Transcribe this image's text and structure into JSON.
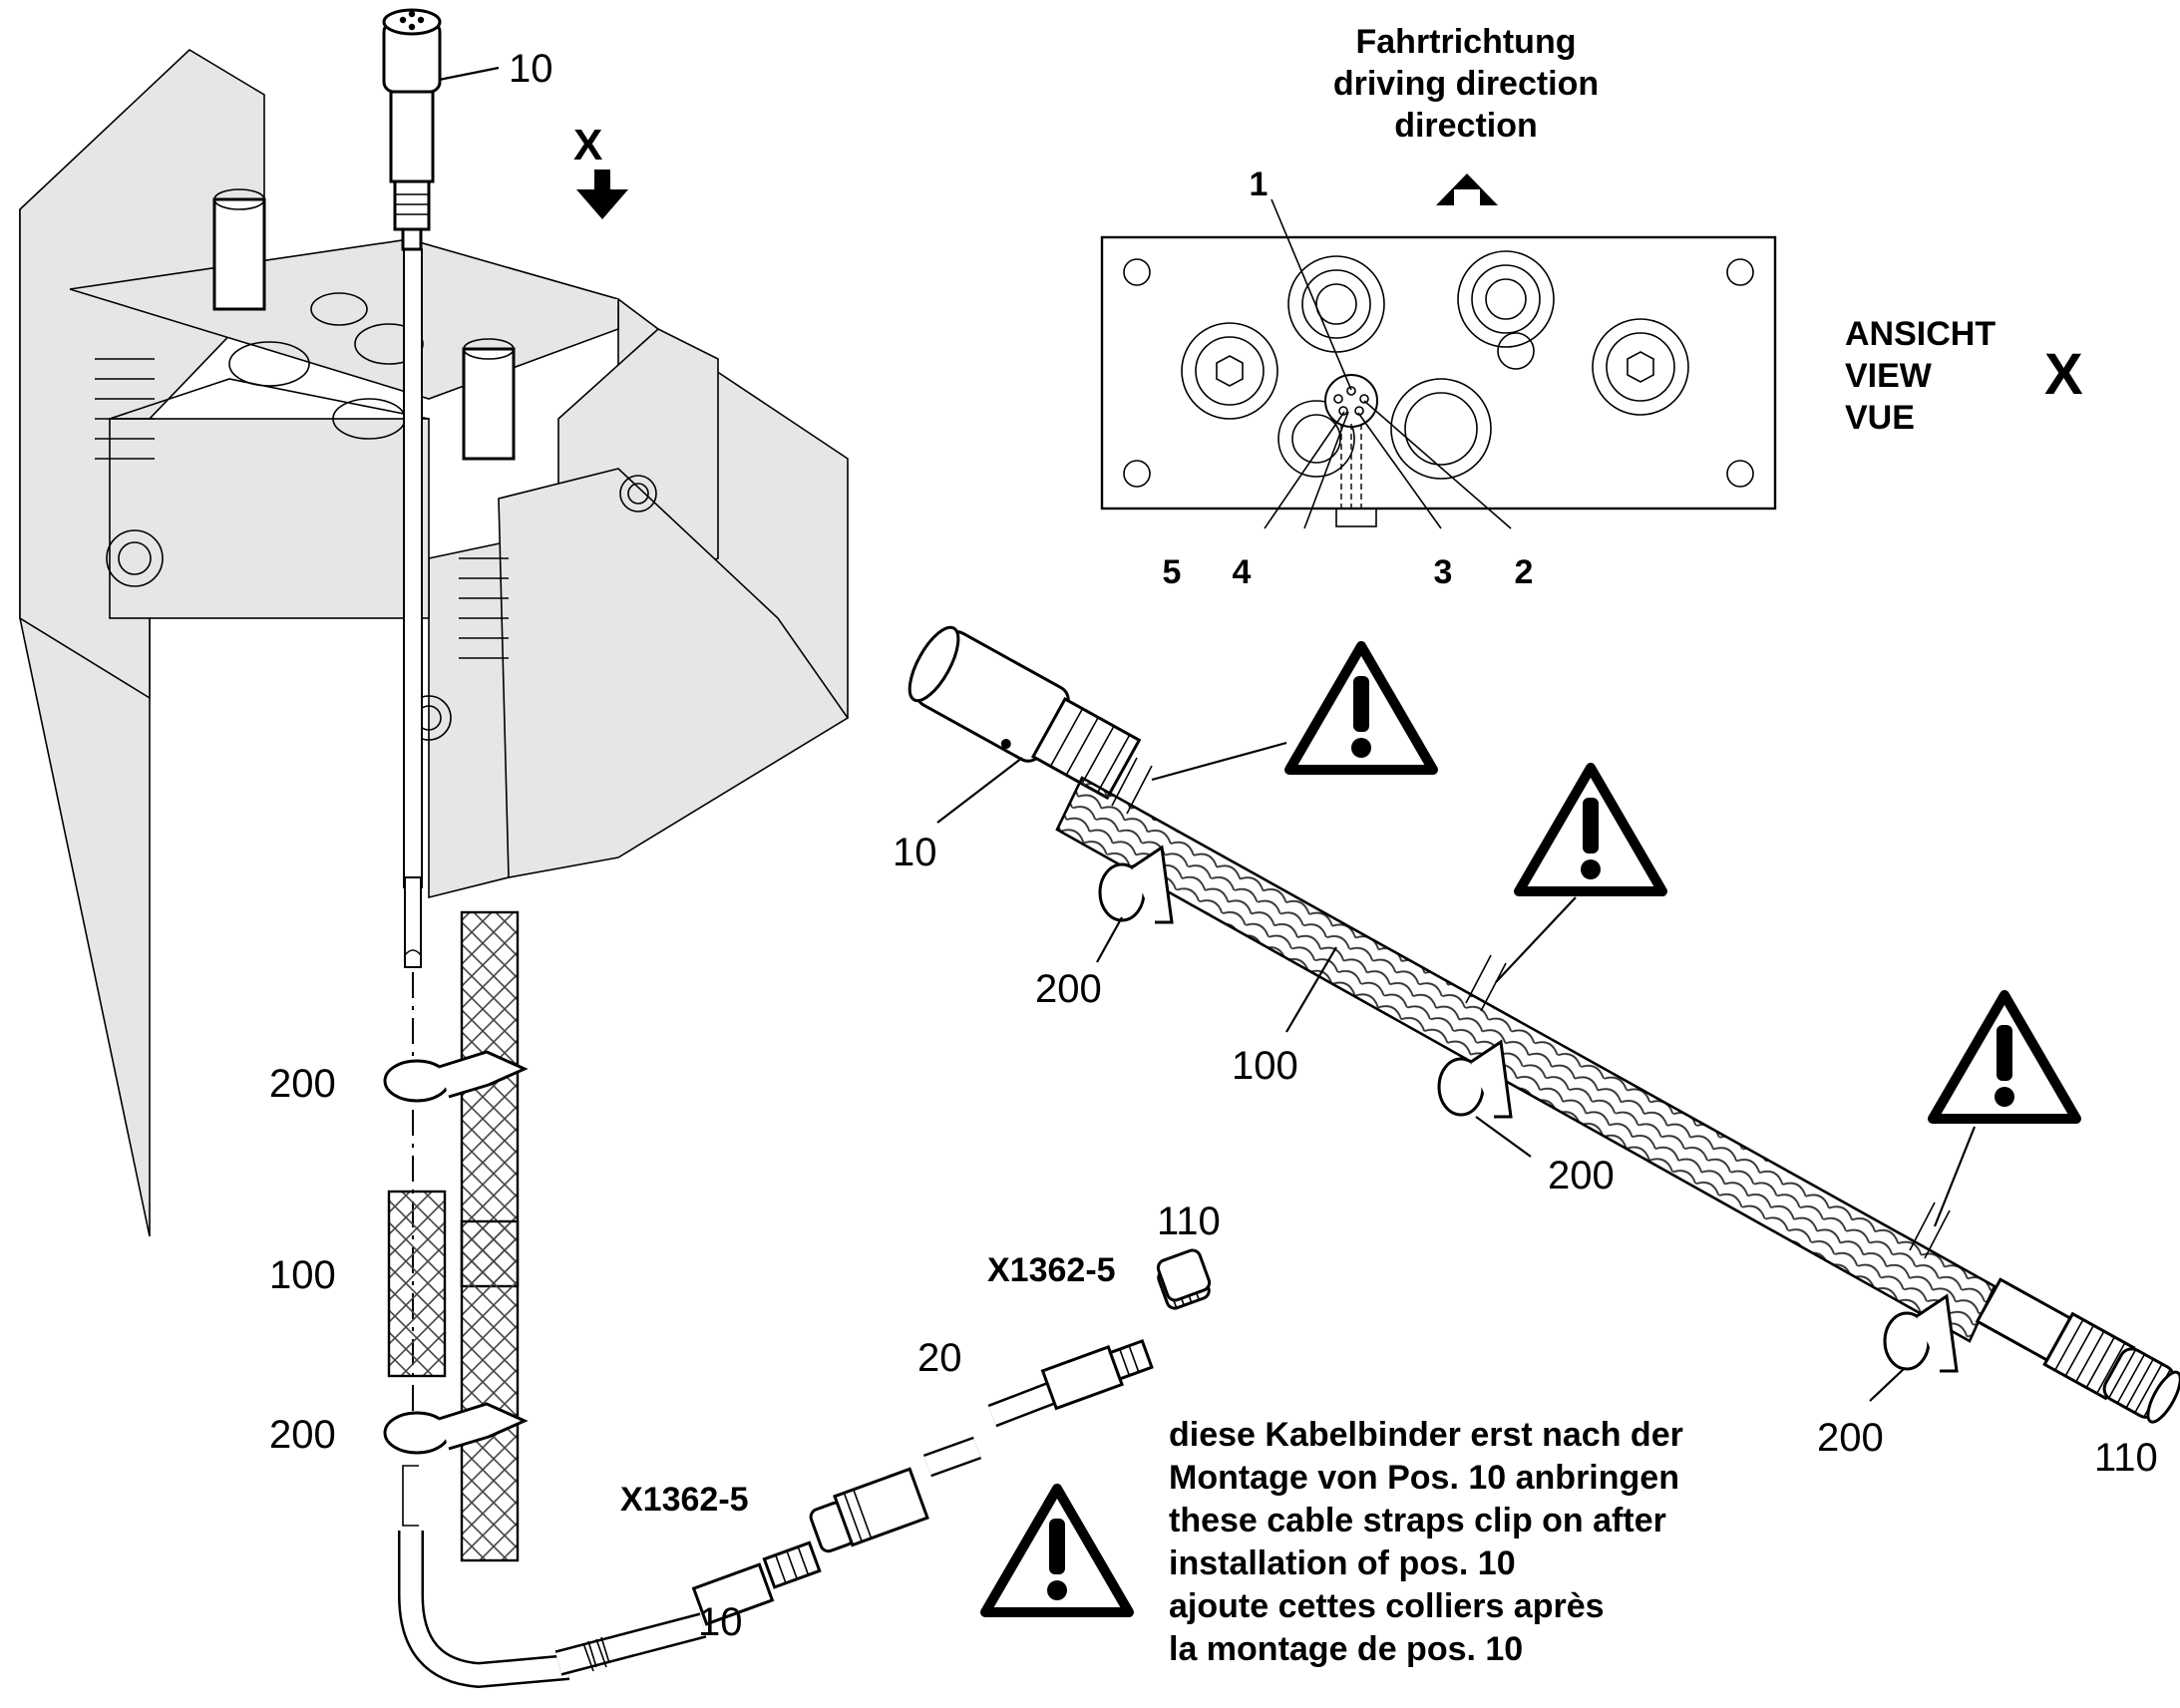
{
  "header": {
    "direction_lines": [
      "Fahrtrichtung",
      "driving direction",
      "direction"
    ],
    "view_lines": [
      "ANSICHT",
      "VIEW",
      "VUE"
    ],
    "view_letter": "X",
    "section_letter": "X"
  },
  "connector_pins": [
    "1",
    "2",
    "3",
    "4",
    "5"
  ],
  "callouts": {
    "part_10_top": "10",
    "part_200_left_upper": "200",
    "part_100_left": "100",
    "part_200_left_lower": "200",
    "part_10_bottom": "10",
    "part_20": "20",
    "part_110_small": "110",
    "part_10_right": "10",
    "part_200_right_a": "200",
    "part_100_right": "100",
    "part_200_right_b": "200",
    "part_200_right_c": "200",
    "part_110_right": "110"
  },
  "connector_ids": {
    "left": "X1362-5",
    "right": "X1362-5"
  },
  "note_lines": [
    "diese Kabelbinder erst nach der",
    "Montage von Pos. 10 anbringen",
    "these cable straps clip on after",
    "installation of pos. 10",
    "ajoute cettes colliers après",
    "la montage de pos. 10"
  ],
  "icons": [
    "warning-triangle-icon",
    "arrow-up-icon",
    "arrow-down-icon"
  ]
}
